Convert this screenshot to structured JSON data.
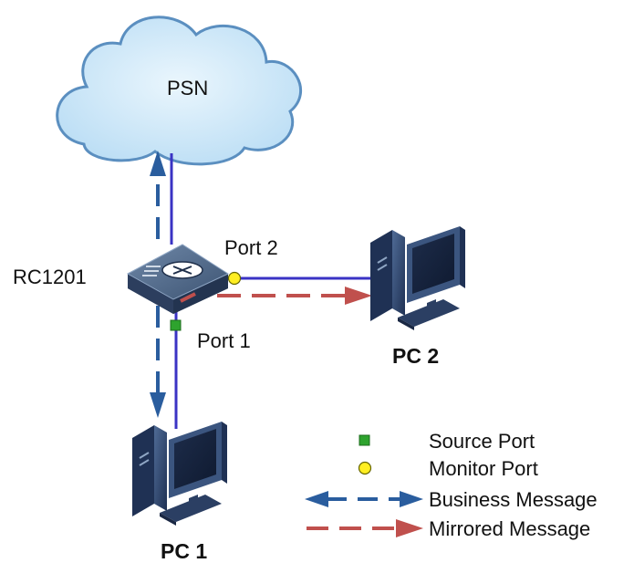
{
  "cloud": {
    "label": "PSN"
  },
  "device": {
    "label": "RC1201"
  },
  "ports": {
    "port2": "Port 2",
    "port1": "Port 1"
  },
  "pcs": {
    "pc2": "PC 2",
    "pc1": "PC 1"
  },
  "legend": {
    "source_port": "Source Port",
    "monitor_port": "Monitor Port",
    "business_message": "Business Message",
    "mirrored_message": "Mirrored Message"
  },
  "colors": {
    "link": "#3a33c4",
    "business": "#2a5d9e",
    "mirrored": "#c0504d",
    "source_port": "#2ea32e",
    "monitor_port": "#ffee22",
    "cloud_fill": "#bfe0f6",
    "cloud_stroke": "#5b8fc0",
    "device_body": "#2c3e5e",
    "pc_body": "#2b3f63"
  }
}
